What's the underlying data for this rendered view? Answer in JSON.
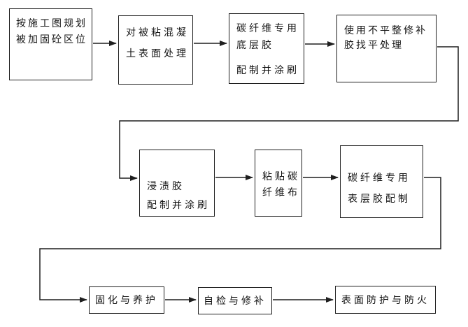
{
  "diagram": {
    "type": "flowchart",
    "background_color": "#ffffff",
    "line_color": "#1f1f1f",
    "box_fill": "#ffffff",
    "boxes": [
      {
        "id": "step-1",
        "lines": [
          "按施工图规划",
          "被加固砼区位"
        ]
      },
      {
        "id": "step-2",
        "lines": [
          "对被粘混凝",
          "土表面处理"
        ]
      },
      {
        "id": "step-3",
        "lines": [
          "碳纤维专用",
          "底层胶",
          "配制并涂刷"
        ]
      },
      {
        "id": "step-4",
        "lines": [
          "使用不平整修补",
          "胶找平处理"
        ]
      },
      {
        "id": "step-5",
        "lines": [
          "浸渍胶",
          "配制并涂刷"
        ]
      },
      {
        "id": "step-6",
        "lines": [
          "粘贴碳",
          "纤维布"
        ]
      },
      {
        "id": "step-7",
        "lines": [
          "碳纤维专用",
          "表层胶配制"
        ]
      },
      {
        "id": "step-8",
        "lines": [
          "固化与养护"
        ]
      },
      {
        "id": "step-9",
        "lines": [
          "自检与修补"
        ]
      },
      {
        "id": "step-10",
        "lines": [
          "表面防护与防火"
        ]
      }
    ],
    "connections": [
      {
        "from": "step-1",
        "to": "step-2"
      },
      {
        "from": "step-2",
        "to": "step-3"
      },
      {
        "from": "step-3",
        "to": "step-4"
      },
      {
        "from": "step-4",
        "to": "step-5"
      },
      {
        "from": "step-5",
        "to": "step-6"
      },
      {
        "from": "step-6",
        "to": "step-7"
      },
      {
        "from": "step-7",
        "to": "step-8"
      },
      {
        "from": "step-8",
        "to": "step-9"
      },
      {
        "from": "step-9",
        "to": "step-10"
      }
    ]
  }
}
